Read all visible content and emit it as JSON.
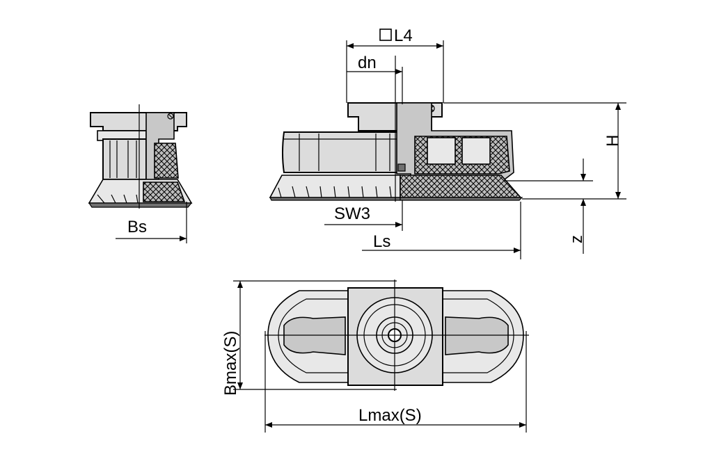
{
  "labels": {
    "L4": "L4",
    "dn": "dn",
    "H": "H",
    "SW3": "SW3",
    "Ls": "Ls",
    "z": "z",
    "Bs": "Bs",
    "Bmax": "Bmax(S)",
    "Lmax": "Lmax(S)"
  },
  "icons": {
    "square_symbol": "square-symbol-icon"
  },
  "colors": {
    "line": "#000000",
    "body_fill": "#dcdcdc",
    "shade_fill": "#c8c8c8",
    "background": "#ffffff"
  }
}
